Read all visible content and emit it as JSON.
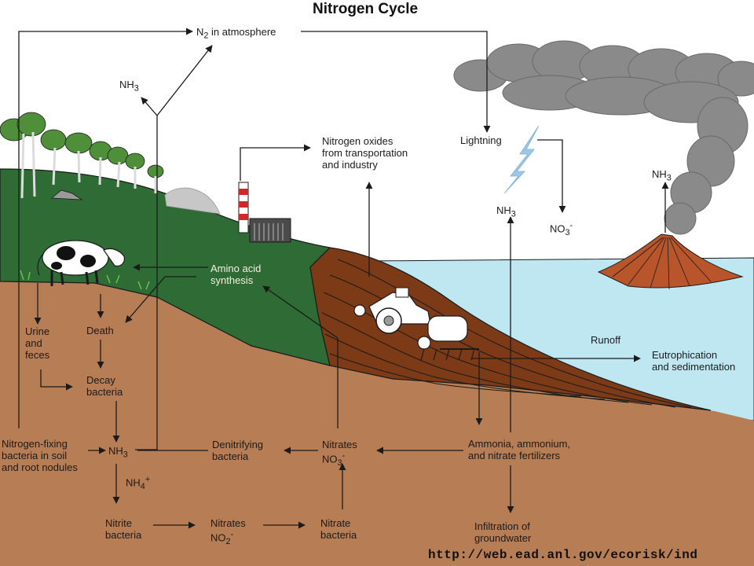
{
  "title": "Nitrogen Cycle",
  "labels": {
    "n2_atmosphere": [
      "N",
      "2",
      " in atmosphere"
    ],
    "nh3_left": [
      "NH",
      "3"
    ],
    "nitrogen_oxides": [
      "Nitrogen oxides",
      "from transportation",
      "and industry"
    ],
    "lightning": "Lightning",
    "nh3_mid": [
      "NH",
      "3"
    ],
    "no3_cloud": [
      "NO",
      "3",
      "-"
    ],
    "nh3_volcano": [
      "NH",
      "3"
    ],
    "amino_acid": [
      "Amino acid",
      "synthesis"
    ],
    "urine": [
      "Urine",
      "and",
      "feces"
    ],
    "death": "Death",
    "decay": [
      "Decay",
      "bacteria"
    ],
    "runoff": "Runoff",
    "eutrophication": [
      "Eutrophication",
      "and sedimentation"
    ],
    "nitrogen_fixing": [
      "Nitrogen-fixing",
      "bacteria in soil",
      "and root nodules"
    ],
    "nh3_soil": [
      "NH",
      "3"
    ],
    "nh4": [
      "NH",
      "4",
      "+"
    ],
    "denitrifying": [
      "Denitrifying",
      "bacteria"
    ],
    "nitrates_no3": [
      "Nitrates",
      "NO",
      "3",
      "-"
    ],
    "fertilizers": [
      "Ammonia, ammonium,",
      "and nitrate fertilizers"
    ],
    "nitrite_bacteria": [
      "Nitrite",
      "bacteria"
    ],
    "nitrates_no2": [
      "Nitrates",
      "NO",
      "2",
      "-"
    ],
    "nitrate_bacteria": [
      "Nitrate",
      "bacteria"
    ],
    "infiltration": [
      "Infiltration of",
      "groundwater"
    ]
  },
  "source_url": "http://web.ead.anl.gov/ecorisk/ind",
  "colors": {
    "soil": "#b77d54",
    "hill": "#2e6b35",
    "water": "#bfe7f2",
    "plowed_field": "#7c3a16",
    "smoke": "#8a8a8a",
    "arrow": "#1b1b1b"
  }
}
